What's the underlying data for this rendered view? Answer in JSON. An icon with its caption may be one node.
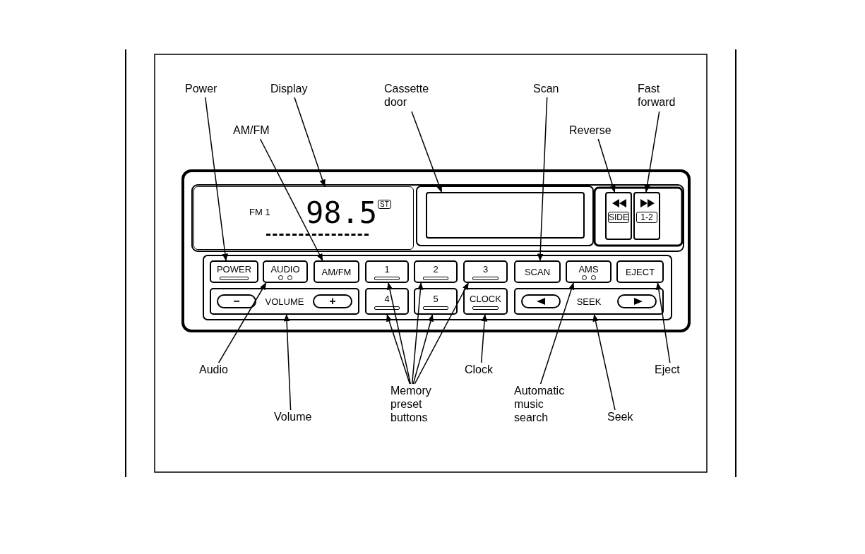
{
  "diagram": {
    "nodes": [
      {
        "text": [
          "Power"
        ]
      },
      {
        "text": [
          "Display"
        ]
      },
      {
        "text": [
          "Cassette door"
        ]
      },
      {
        "text": [
          "Scan"
        ]
      },
      {
        "text": [
          "Fast forward"
        ]
      },
      {
        "text": [
          "AM/FM"
        ]
      },
      {
        "text": [
          "Reverse"
        ]
      },
      {
        "text": [
          "FM 1",
          "98.5",
          "ST"
        ]
      },
      {
        "text": [],
        "shape": "box"
      },
      {
        "text": [
          "SIDE"
        ]
      },
      {
        "text": [
          "1-2"
        ]
      },
      {
        "text": [
          "POWER"
        ]
      },
      {
        "text": [
          "AUDIO"
        ]
      },
      {
        "text": [
          "AM/FM"
        ]
      },
      {
        "text": [
          "1"
        ]
      },
      {
        "text": [
          "2"
        ]
      },
      {
        "text": [
          "3"
        ]
      },
      {
        "text": [
          "SCAN"
        ]
      },
      {
        "text": [
          "AMS"
        ]
      },
      {
        "text": [
          "EJECT"
        ]
      },
      {
        "text": [
          "−",
          "VOLUME",
          "+"
        ]
      },
      {
        "text": [
          "4"
        ]
      },
      {
        "text": [
          "5"
        ]
      },
      {
        "text": [
          "CLOCK"
        ]
      },
      {
        "text": [
          "SEEK"
        ]
      },
      {
        "text": [
          "Audio"
        ]
      },
      {
        "text": [
          "Volume"
        ]
      },
      {
        "text": [
          "Memory preset buttons"
        ]
      },
      {
        "text": [
          "Clock"
        ]
      },
      {
        "text": [
          "Automatic music search"
        ]
      },
      {
        "text": [
          "Seek"
        ]
      },
      {
        "text": [
          "Eject"
        ]
      }
    ],
    "edges": [
      {
        "from": 0,
        "to": 11,
        "arrow": "to"
      },
      {
        "from": 1,
        "to": 7,
        "arrow": "to"
      },
      {
        "from": 2,
        "to": 8,
        "arrow": "to"
      },
      {
        "from": 3,
        "to": 17,
        "arrow": "to"
      },
      {
        "from": 4,
        "to": 10,
        "arrow": "to"
      },
      {
        "from": 5,
        "to": 13,
        "arrow": "to"
      },
      {
        "from": 6,
        "to": 9,
        "arrow": "to"
      },
      {
        "from": 25,
        "to": 12,
        "arrow": "to"
      },
      {
        "from": 26,
        "to": 20,
        "arrow": "to"
      },
      {
        "from": 27,
        "to": 21,
        "arrow": "to"
      },
      {
        "from": 27,
        "to": 14,
        "arrow": "to"
      },
      {
        "from": 27,
        "to": 15,
        "arrow": "to"
      },
      {
        "from": 27,
        "to": 22,
        "arrow": "to"
      },
      {
        "from": 27,
        "to": 16,
        "arrow": "to"
      },
      {
        "from": 28,
        "to": 23,
        "arrow": "to"
      },
      {
        "from": 29,
        "to": 18,
        "arrow": "to"
      },
      {
        "from": 30,
        "to": 24,
        "arrow": "to"
      },
      {
        "from": 31,
        "to": 19,
        "arrow": "to"
      }
    ]
  }
}
